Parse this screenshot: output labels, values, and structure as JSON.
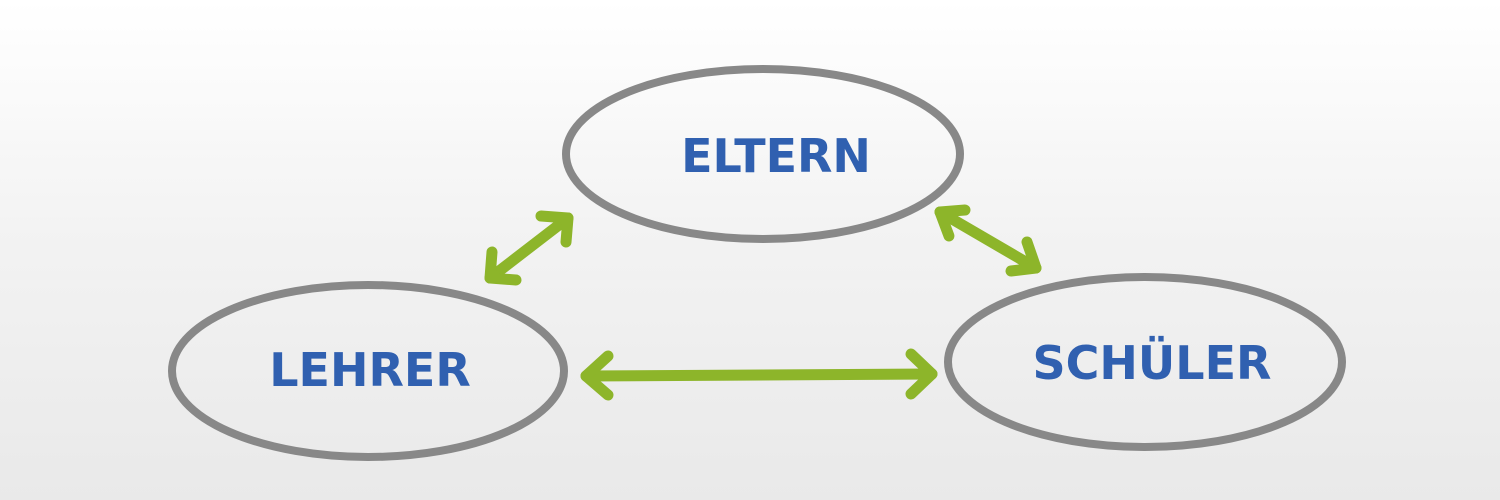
{
  "diagram": {
    "nodes": [
      {
        "id": "eltern",
        "label": "ELTERN"
      },
      {
        "id": "lehrer",
        "label": "LEHRER"
      },
      {
        "id": "schueler",
        "label": "SCHÜLER"
      }
    ],
    "edges": [
      {
        "from": "eltern",
        "to": "lehrer",
        "bidirectional": true
      },
      {
        "from": "eltern",
        "to": "schueler",
        "bidirectional": true
      },
      {
        "from": "lehrer",
        "to": "schueler",
        "bidirectional": true
      }
    ]
  },
  "colors": {
    "node_outline": "#888888",
    "node_label": "#3060b0",
    "arrow": "#8db52a"
  }
}
